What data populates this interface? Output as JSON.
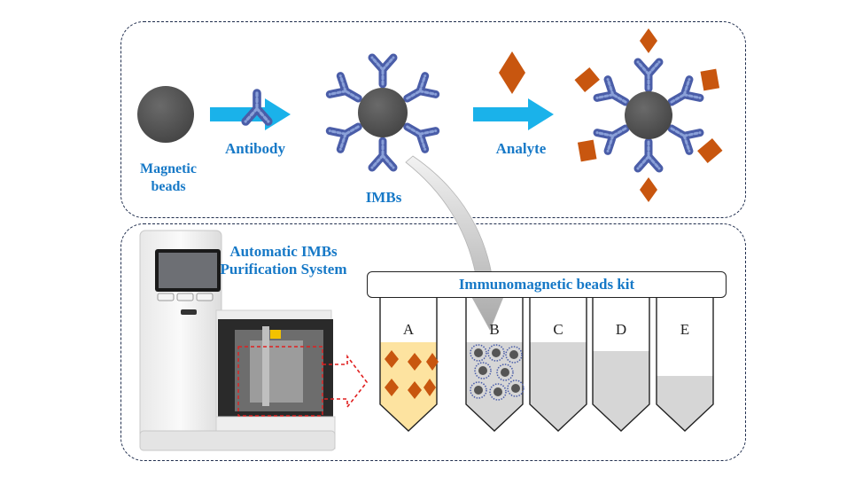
{
  "labels": {
    "magnetic_beads": "Magnetic beads",
    "antibody": "Antibody",
    "imbs": "IMBs",
    "analyte": "Analyte",
    "system": "Automatic IMBs Purification System",
    "kit": "Immunomagnetic beads kit"
  },
  "tubes": [
    "A",
    "B",
    "C",
    "D",
    "E"
  ],
  "colors": {
    "label_blue": "#1779c7",
    "arrow_blue": "#1ab2ea",
    "analyte_orange": "#c8560f",
    "bead_gray": "#555555",
    "antibody_blue": "#4a5da8",
    "tube_yellow": "#fde3a0",
    "tube_gray": "#d6d6d6",
    "dashed_red": "#e02020"
  }
}
